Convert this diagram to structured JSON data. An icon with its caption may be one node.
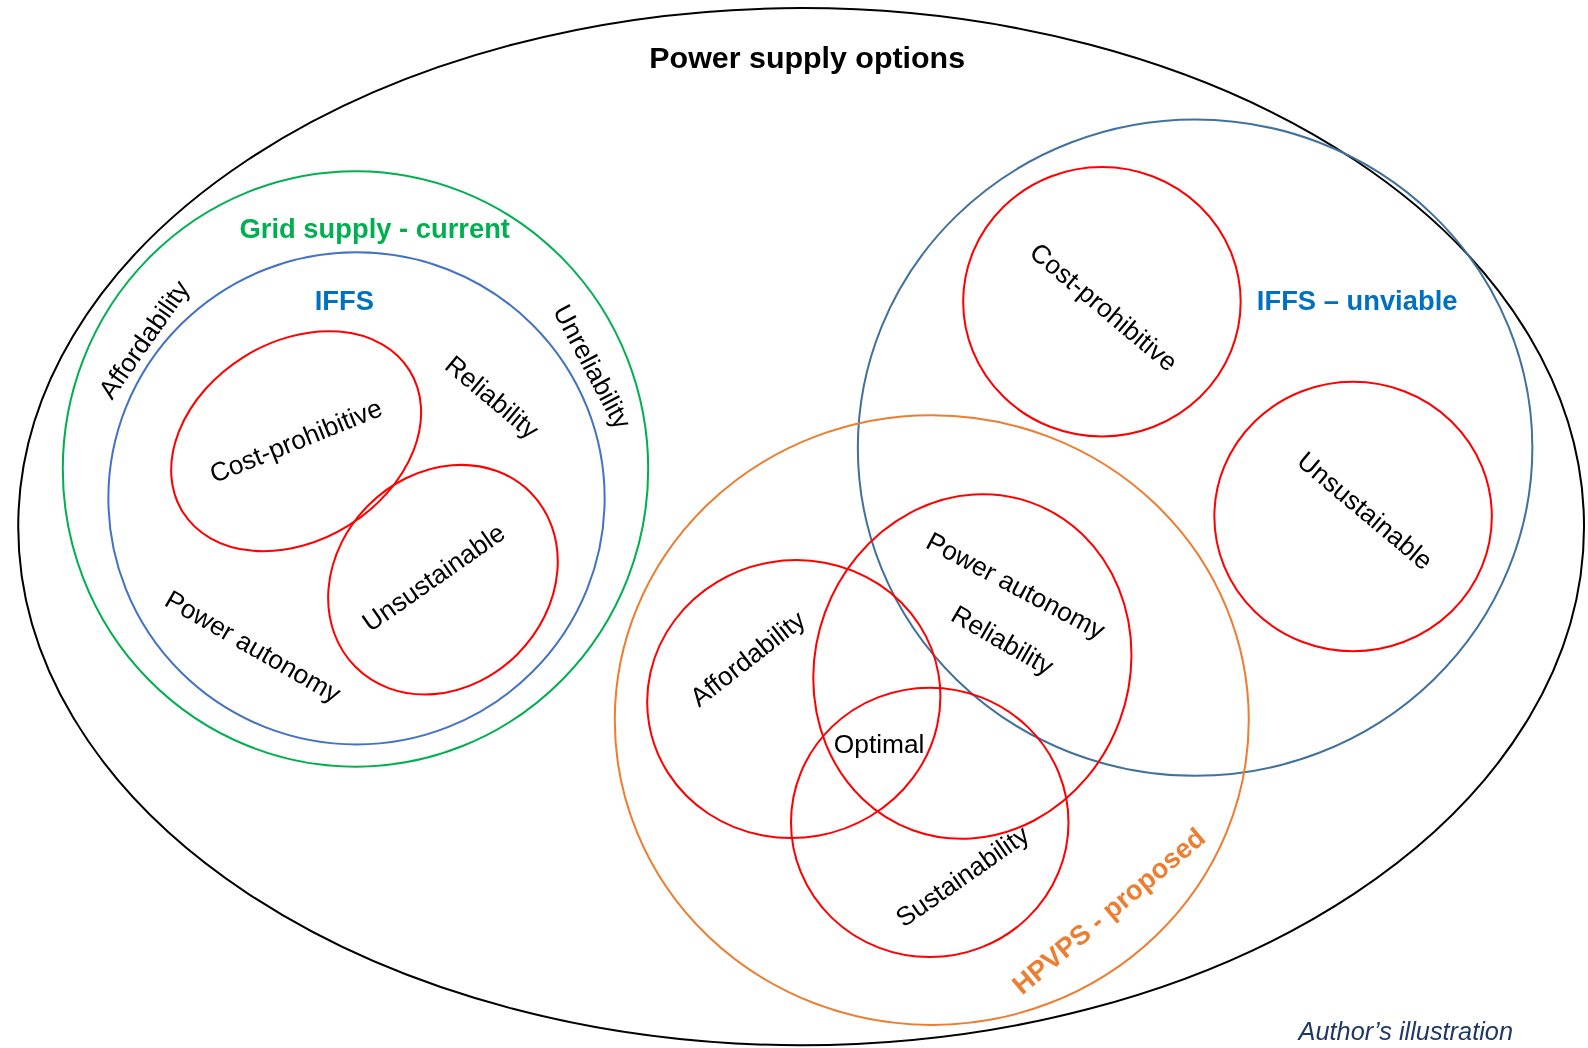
{
  "diagram": {
    "nodes": [
      {
        "text": [
          "Power supply options"
        ]
      },
      {
        "text": [
          "Grid supply - current",
          "Affordability",
          "Unreliability"
        ],
        "in": 0
      },
      {
        "text": [
          "IFFS",
          "Reliability",
          "Power autonomy"
        ],
        "in": 1
      },
      {
        "text": [
          "Cost-prohibitive"
        ],
        "in": 2
      },
      {
        "text": [
          "Unsustainable"
        ],
        "in": 2
      },
      {
        "text": [
          "IFFS – unviable"
        ],
        "in": 0
      },
      {
        "text": [
          "Cost-prohibitive"
        ],
        "in": 5
      },
      {
        "text": [
          "Unsustainable"
        ],
        "in": 5
      },
      {
        "text": [
          "HPVPS - proposed"
        ],
        "in": 0
      },
      {
        "text": [
          "Affordability"
        ],
        "in": 8
      },
      {
        "text": [
          "Power autonomy",
          "Reliability"
        ],
        "in": 8
      },
      {
        "text": [
          "Sustainability"
        ],
        "in": 8
      }
    ],
    "edges": [],
    "labels": [
      "Optimal",
      "Author’s illustration"
    ]
  }
}
